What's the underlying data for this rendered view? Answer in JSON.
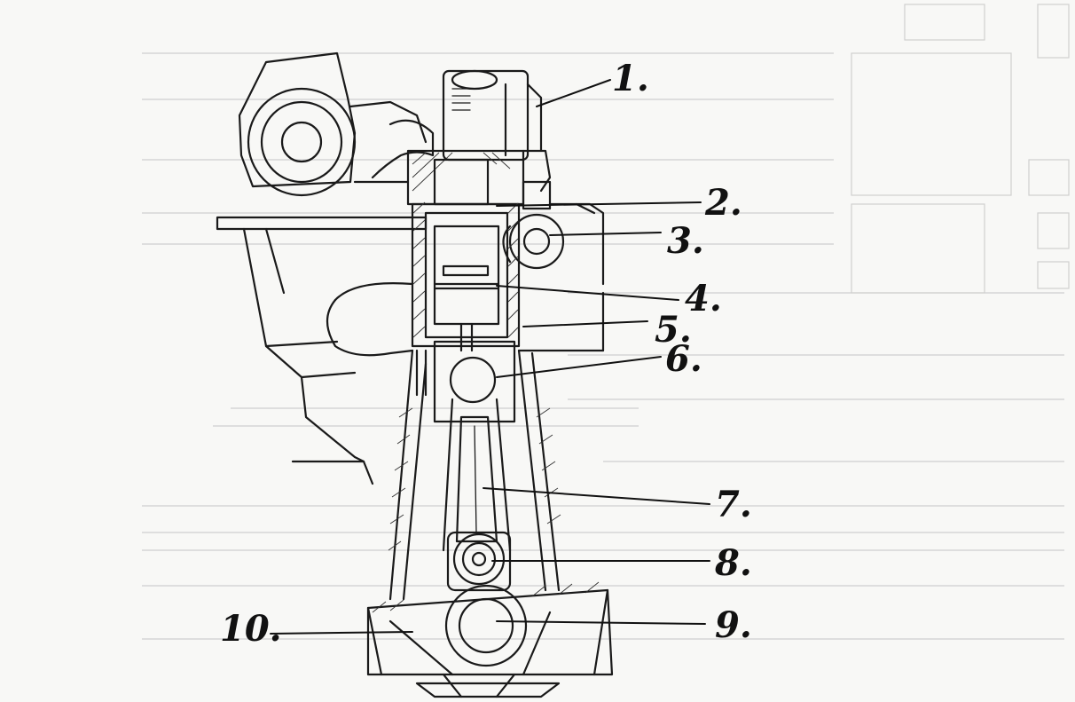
{
  "labels": [
    "1.",
    "2.",
    "3.",
    "4.",
    "5.",
    "6.",
    "7.",
    "8.",
    "9.",
    "10."
  ],
  "colors": {
    "paper": "#f8f8f6",
    "ink": "#1a1a1a",
    "bleed_through": "#c9c9c9"
  }
}
